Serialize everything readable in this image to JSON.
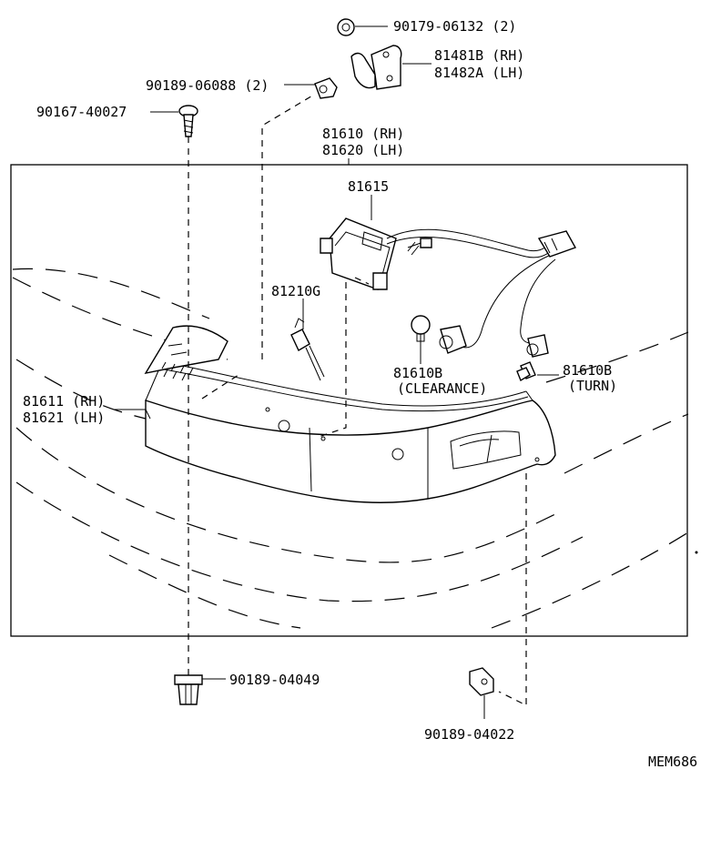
{
  "labels": {
    "nut_90179": "90179-06132 (2)",
    "bracket_rh": "81481B (RH)",
    "bracket_lh": "81482A (LH)",
    "nut_90189_06088": "90189-06088 (2)",
    "screw_90167": "90167-40027",
    "lamp_rh": "81610 (RH)",
    "lamp_lh": "81620 (LH)",
    "socket_81615": "81615",
    "socket_81210g": "81210G",
    "bulb_clearance_num": "81610B",
    "bulb_clearance_txt": "(CLEARANCE)",
    "bulb_turn_num": "81610B",
    "bulb_turn_txt": "(TURN)",
    "lens_rh": "81611 (RH)",
    "lens_lh": "81621 (LH)",
    "clip_04049": "90189-04049",
    "clip_04022": "90189-04022",
    "diagram_code": "MEM686"
  }
}
